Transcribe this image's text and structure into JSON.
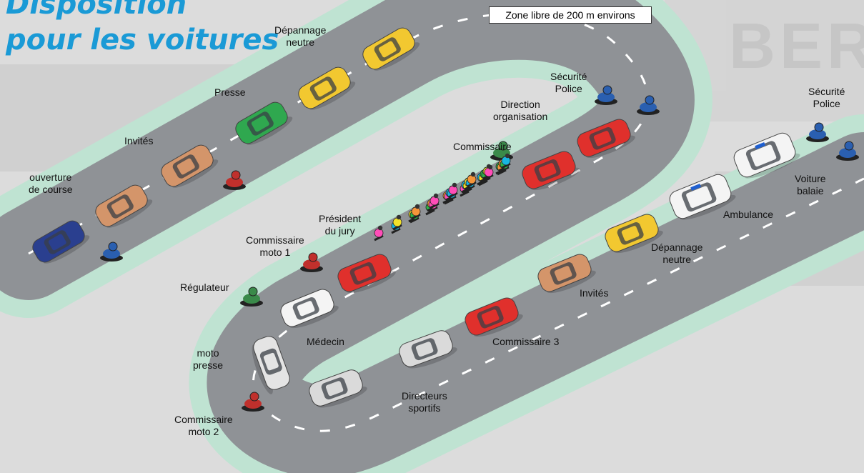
{
  "title": {
    "line1": "Disposition",
    "line2": "pour les voitures"
  },
  "zone_note": "Zone libre de 200 m environs",
  "labels": {
    "depannage_top": [
      "Dépannage",
      "neutre"
    ],
    "presse": [
      "Presse"
    ],
    "invites_top": [
      "Invités"
    ],
    "ouverture": [
      "ouverture",
      "de course"
    ],
    "securite_1": [
      "Sécurité",
      "Police"
    ],
    "direction": [
      "Direction",
      "organisation"
    ],
    "securite_2": [
      "Sécurité",
      "Police"
    ],
    "commissaire": [
      "Commissaire"
    ],
    "voiture_balaie": [
      "Voiture",
      "balaie"
    ],
    "ambulance": [
      "Ambulance"
    ],
    "president": [
      "Président",
      "du jury"
    ],
    "commissaire_moto1": [
      "Commissaire",
      "moto 1"
    ],
    "depannage_bottom": [
      "Dépannage",
      "neutre"
    ],
    "regulateur": [
      "Régulateur"
    ],
    "invites_bottom": [
      "Invités"
    ],
    "medecin": [
      "Médecin"
    ],
    "commissaire3": [
      "Commissaire 3"
    ],
    "moto_presse": [
      "moto",
      "presse"
    ],
    "directeurs": [
      "Directeurs",
      "sportifs"
    ],
    "commissaire_moto2": [
      "Commissaire",
      "moto 2"
    ]
  },
  "colors": {
    "title": "#1a9ad6",
    "road": "#8f9296",
    "verge": "#bfe3d2",
    "lane_mark": "#ffffff"
  },
  "vehicles": {
    "cars": [
      {
        "name": "car-ouverture",
        "color": "#2a3f8f"
      },
      {
        "name": "car-invites-1",
        "color": "#d4956a"
      },
      {
        "name": "car-invites-2",
        "color": "#d4956a"
      },
      {
        "name": "car-presse",
        "color": "#2fa84f"
      },
      {
        "name": "car-depannage-1",
        "color": "#f2c830"
      },
      {
        "name": "car-depannage-2",
        "color": "#f2c830"
      },
      {
        "name": "car-direction-1",
        "color": "#e0302c"
      },
      {
        "name": "car-direction-2",
        "color": "#e0302c"
      },
      {
        "name": "car-president",
        "color": "#e0302c"
      },
      {
        "name": "car-medecin",
        "color": "#f4f4f4"
      },
      {
        "name": "car-moto-presse",
        "color": "#e4e4e4"
      },
      {
        "name": "car-directeurs-1",
        "color": "#dadada"
      },
      {
        "name": "car-directeurs-2",
        "color": "#dadada"
      },
      {
        "name": "car-commissaire-3",
        "color": "#e0302c"
      },
      {
        "name": "car-invites-3",
        "color": "#d4956a"
      },
      {
        "name": "car-depannage-3",
        "color": "#f2c830"
      },
      {
        "name": "ambulance",
        "color": "#f4f4f4"
      },
      {
        "name": "van-balaie",
        "color": "#f4f4f4"
      }
    ],
    "motos": [
      {
        "name": "moto-ouverture",
        "color": "#2a5fb0"
      },
      {
        "name": "moto-invites",
        "color": "#c0302c"
      },
      {
        "name": "moto-securite-1",
        "color": "#2a5fb0"
      },
      {
        "name": "moto-securite-2",
        "color": "#2a5fb0"
      },
      {
        "name": "moto-commissaire",
        "color": "#3a8a4a"
      },
      {
        "name": "moto-securite-3",
        "color": "#2a5fb0"
      },
      {
        "name": "moto-securite-4",
        "color": "#2a5fb0"
      },
      {
        "name": "moto-commissaire-1",
        "color": "#c0302c"
      },
      {
        "name": "moto-regulateur",
        "color": "#3a8a4a"
      },
      {
        "name": "moto-commissaire-2",
        "color": "#c0302c"
      }
    ],
    "rider_colors": [
      "#ff4db8",
      "#19b5e0",
      "#f2e12a",
      "#2fb34a",
      "#f5953a"
    ]
  }
}
